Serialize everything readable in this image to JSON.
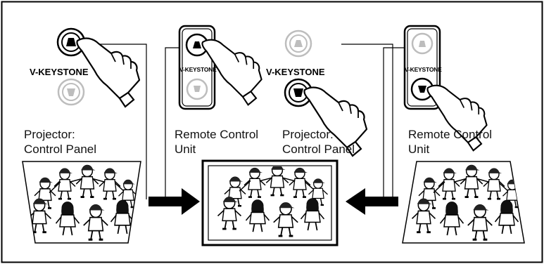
{
  "labels": {
    "vkeystone": "V-KEYSTONE",
    "projector_line1": "Projector:",
    "projector_line2": "Control Panel",
    "remote_line1": "Remote Control",
    "remote_line2": "Unit"
  },
  "colors": {
    "frame": "#000000",
    "inactive_button": "#bdbdbd",
    "arrow": "#000000"
  },
  "icons": [
    "hand-pointer-icon",
    "keystone-up-icon",
    "keystone-down-icon",
    "arrow-right-icon",
    "arrow-left-icon"
  ]
}
